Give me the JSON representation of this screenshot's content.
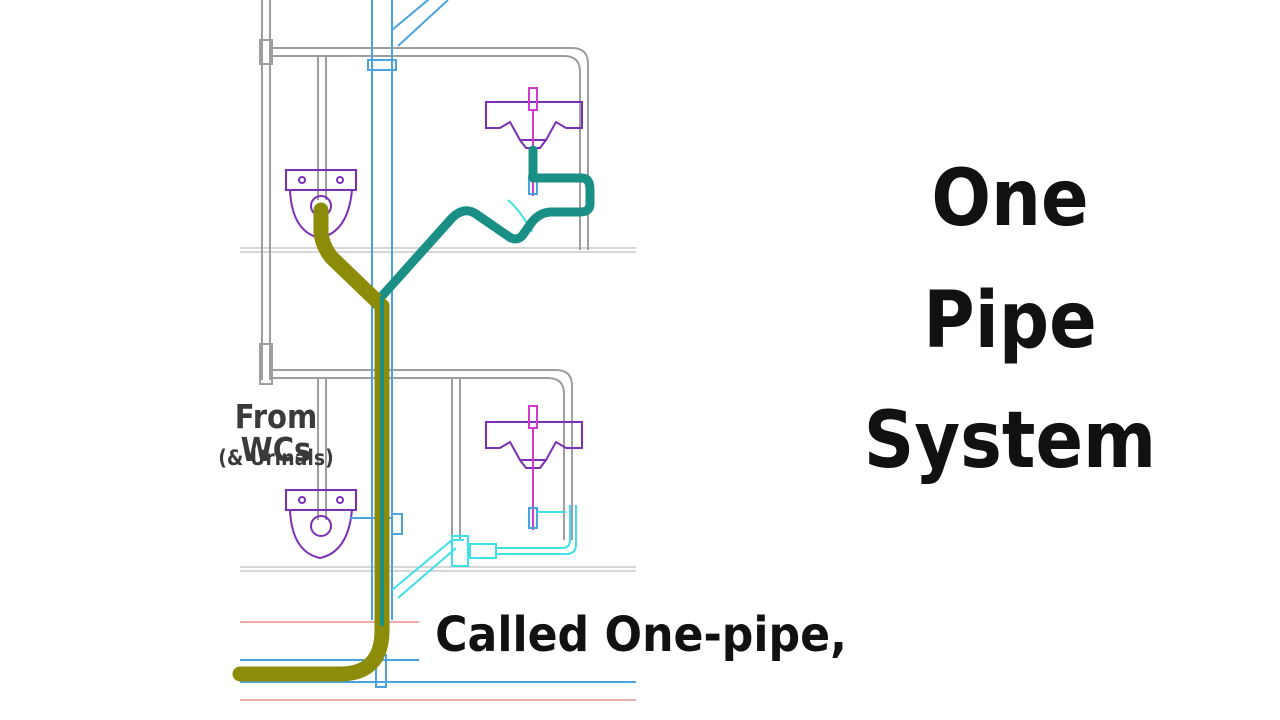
{
  "title": {
    "line1": "One",
    "line2": "Pipe",
    "line3": "System"
  },
  "labels": {
    "from_wcs": "From WCs",
    "urinals": "(& Urinals)"
  },
  "caption": "Called One-pipe,",
  "colors": {
    "soil_pipe": "#8c8c0a",
    "waste_pipe": "#1a8f86",
    "vent_pipe": "#4aa3df",
    "fixture_outline": "#7a2fb5",
    "tap": "#d43ad0",
    "gray_lines": "#9e9e9e",
    "cyan_lines": "#3fe0e8",
    "floor_red": "#e07a7a"
  }
}
